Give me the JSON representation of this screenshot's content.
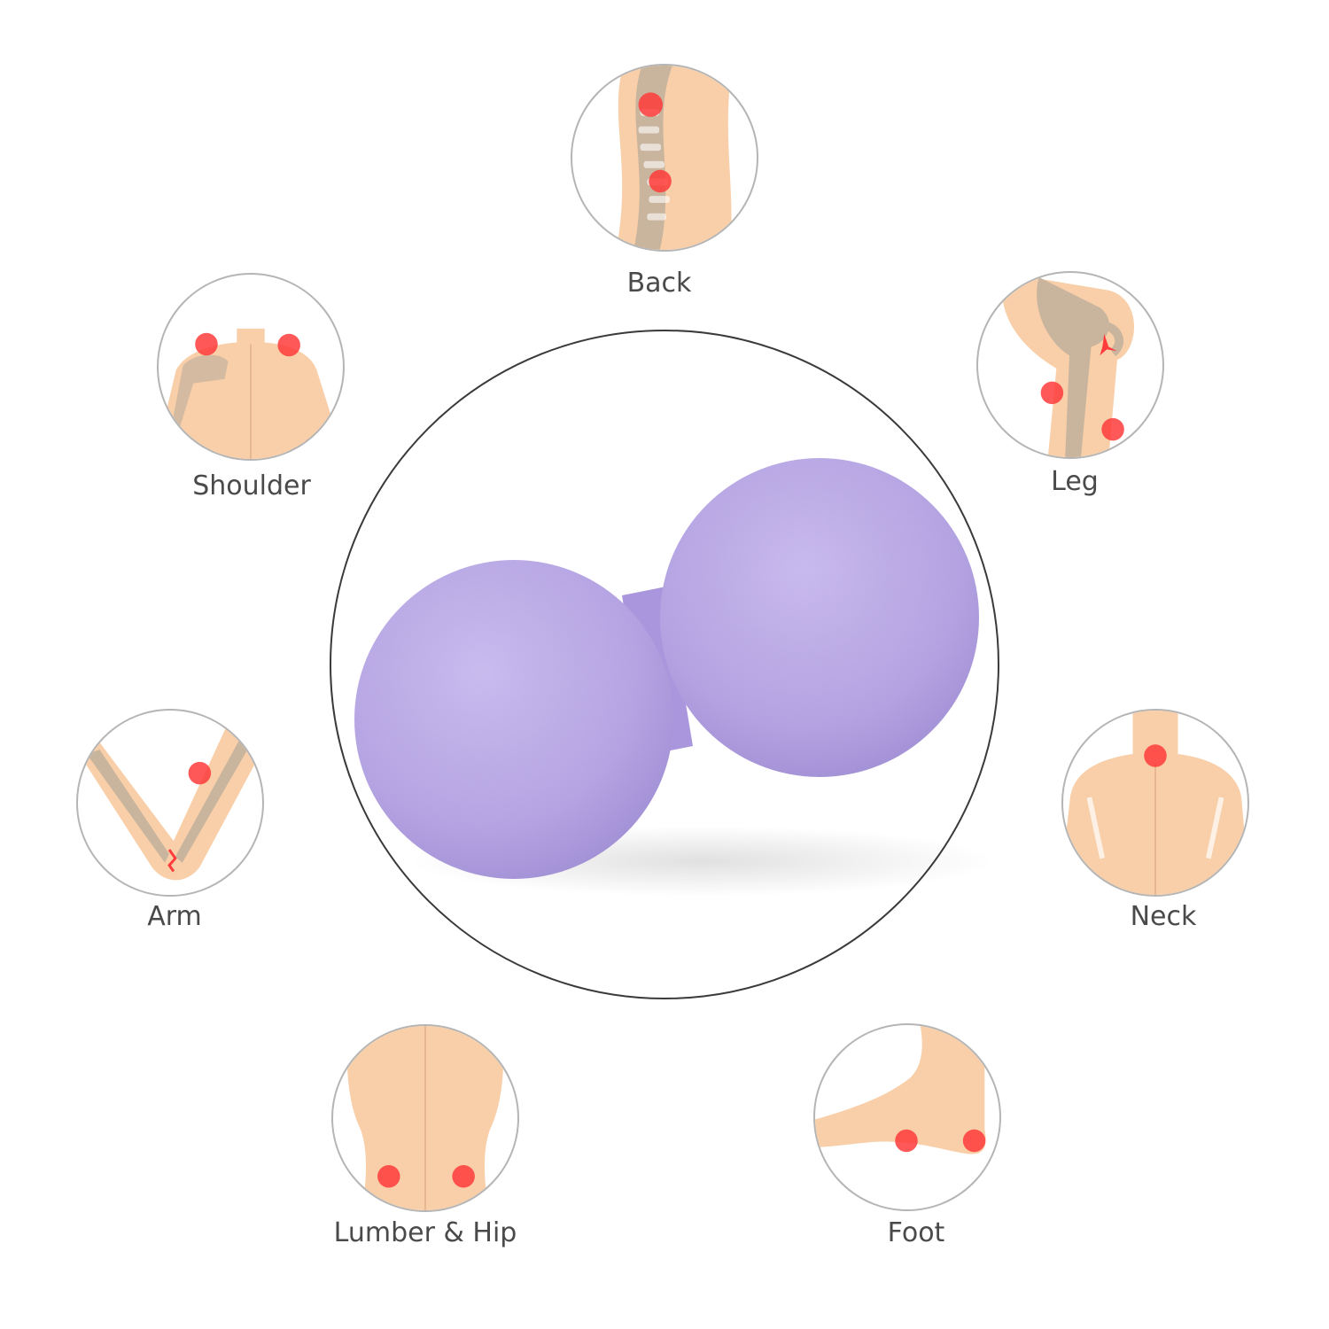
{
  "labels": {
    "back": "Back",
    "shoulder": "Shoulder",
    "leg": "Leg",
    "arm": "Arm",
    "neck": "Neck",
    "lumber_hip": "Lumber & Hip",
    "foot": "Foot"
  },
  "colors": {
    "ball": "#b7a6e6",
    "skin": "#f8cfa9",
    "bone": "#c9b49d",
    "pain_point": "#ff3b3b",
    "circle_outline": "#b5b5b5",
    "main_circle_outline": "#3a3a3a",
    "label_text": "#4a4a4a"
  },
  "icons": {
    "back": "spine-icon",
    "shoulder": "shoulder-icon",
    "leg": "knee-icon",
    "arm": "elbow-icon",
    "neck": "neck-icon",
    "lumber_hip": "lower-back-icon",
    "foot": "foot-icon"
  }
}
